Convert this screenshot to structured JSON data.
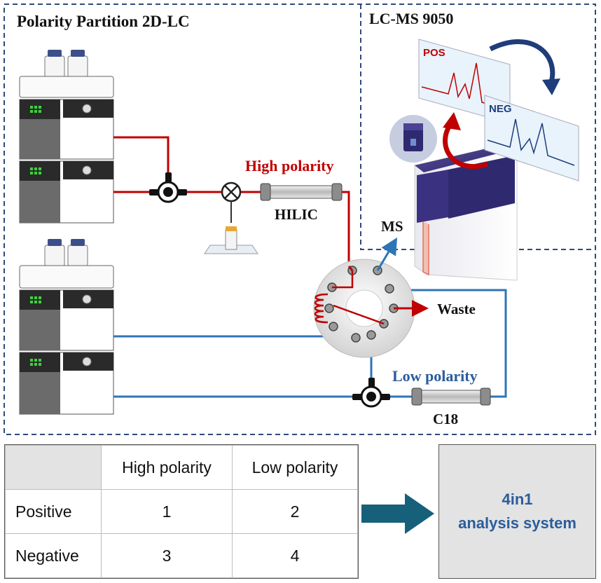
{
  "lc_section": {
    "title": "Polarity Partition 2D-LC"
  },
  "ms_section": {
    "title": "LC-MS 9050",
    "pos_label": "POS",
    "neg_label": "NEG"
  },
  "flow_labels": {
    "high_polarity": "High polarity",
    "hilic": "HILIC",
    "ms": "MS",
    "waste": "Waste",
    "low_polarity": "Low polarity",
    "c18": "C18"
  },
  "table": {
    "columns": [
      "",
      "High polarity",
      "Low polarity"
    ],
    "rows": [
      {
        "label": "Positive",
        "values": [
          "1",
          "2"
        ]
      },
      {
        "label": "Negative",
        "values": [
          "3",
          "4"
        ]
      }
    ]
  },
  "result": {
    "line1": "4in1",
    "line2": "analysis system"
  },
  "colors": {
    "high": "#c00000",
    "low": "#2e75b6",
    "border": "#2f4a7a",
    "text_blue": "#2a5d9b",
    "arrow": "#17607a"
  }
}
